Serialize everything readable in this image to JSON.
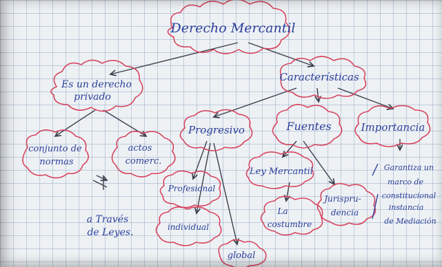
{
  "colors": {
    "ink": "#2a3f9a",
    "cloud": "#d6455f",
    "arrow": "#3a3f4a",
    "paper": "#eef1f4"
  },
  "nodes": {
    "root": "Derecho Mercantil",
    "privado_l1": "Es un derecho",
    "privado_l2": "privado",
    "caracteristicas": "Características",
    "conjunto_l1": "conjunto de",
    "conjunto_l2": "normas",
    "actos_l1": "actos",
    "actos_l2": "comerc.",
    "traves_l1": "a Través",
    "traves_l2": "de Leyes.",
    "progresivo": "Progresivo",
    "fuentes": "Fuentes",
    "importancia": "Importancia",
    "profesional": "Profesional",
    "individual": "individual",
    "global": "global",
    "ley_mercantil": "Ley Mercantil",
    "costumbre_l1": "La",
    "costumbre_l2": "costumbre",
    "jurisprudencia_l1": "Jurispru-",
    "jurisprudencia_l2": "dencia",
    "importancia_desc": [
      "Garantiza un",
      "marco de",
      "constitucional",
      "instancia",
      "de Mediación"
    ]
  }
}
